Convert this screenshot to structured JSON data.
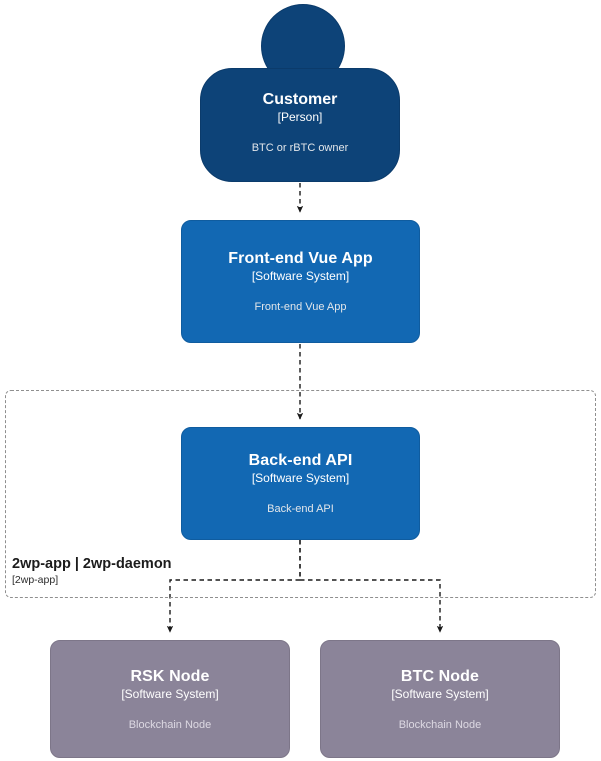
{
  "diagram": {
    "type": "c4-context-diagram",
    "background": "#ffffff",
    "palette": {
      "person": "#0d4378",
      "software_system": "#1268b3",
      "external_system": "#8b8499",
      "boundary_stroke": "#8f8f8f",
      "edge_stroke": "#1a1a1a",
      "label_text": "#ffffff",
      "description_text": "#e2e6ea"
    }
  },
  "nodes": {
    "customer": {
      "title": "Customer",
      "type": "[Person]",
      "description": "BTC or rBTC owner",
      "shape": "person",
      "color": "#0d4378"
    },
    "frontend": {
      "title": "Front-end Vue App",
      "type": "[Software System]",
      "description": "Front-end Vue App",
      "shape": "rounded-box",
      "color": "#1268b3"
    },
    "backend": {
      "title": "Back-end API",
      "type": "[Software System]",
      "description": "Back-end API",
      "shape": "rounded-box",
      "color": "#1268b3"
    },
    "rsk_node": {
      "title": "RSK Node",
      "type": "[Software System]",
      "description": "Blockchain Node",
      "shape": "rounded-box",
      "color": "#8b8499"
    },
    "btc_node": {
      "title": "BTC Node",
      "type": "[Software System]",
      "description": "Blockchain Node",
      "shape": "rounded-box",
      "color": "#8b8499"
    }
  },
  "boundary": {
    "title": "2wp-app | 2wp-daemon",
    "type": "[2wp-app]",
    "style": "dashed",
    "contains": [
      "backend"
    ]
  },
  "edges": [
    {
      "from": "customer",
      "to": "frontend",
      "style": "dashed",
      "arrow": "end"
    },
    {
      "from": "frontend",
      "to": "backend",
      "style": "dashed",
      "arrow": "end"
    },
    {
      "from": "backend",
      "to": "rsk_node",
      "style": "dashed",
      "arrow": "end"
    },
    {
      "from": "backend",
      "to": "btc_node",
      "style": "dashed",
      "arrow": "end"
    }
  ]
}
